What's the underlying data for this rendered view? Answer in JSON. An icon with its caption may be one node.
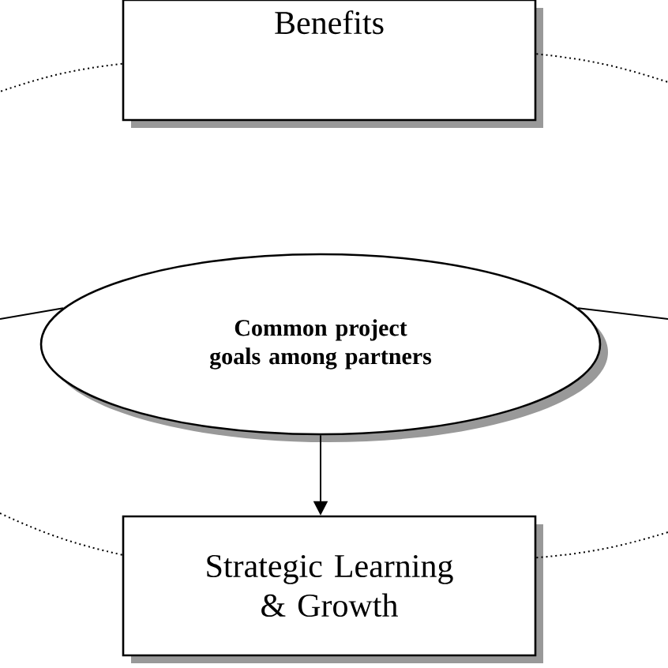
{
  "diagram": {
    "nodes": [
      {
        "text": [
          "Benefits"
        ]
      },
      {
        "text": [
          "Common project goals among partners"
        ]
      },
      {
        "text": [
          "Strategic Learning & Growth"
        ]
      }
    ],
    "edges": [
      {
        "from": 1,
        "to": 2,
        "arrow": "to"
      },
      {
        "from": 0,
        "to": null,
        "arrow": "none",
        "style": "dashed"
      },
      {
        "from": 0,
        "to": null,
        "arrow": "none",
        "style": "dashed"
      },
      {
        "from": 1,
        "to": null,
        "arrow": "none"
      },
      {
        "from": 1,
        "to": null,
        "arrow": "none"
      },
      {
        "from": 2,
        "to": null,
        "arrow": "none",
        "style": "dashed"
      },
      {
        "from": 2,
        "to": null,
        "arrow": "none",
        "style": "dashed"
      }
    ]
  }
}
